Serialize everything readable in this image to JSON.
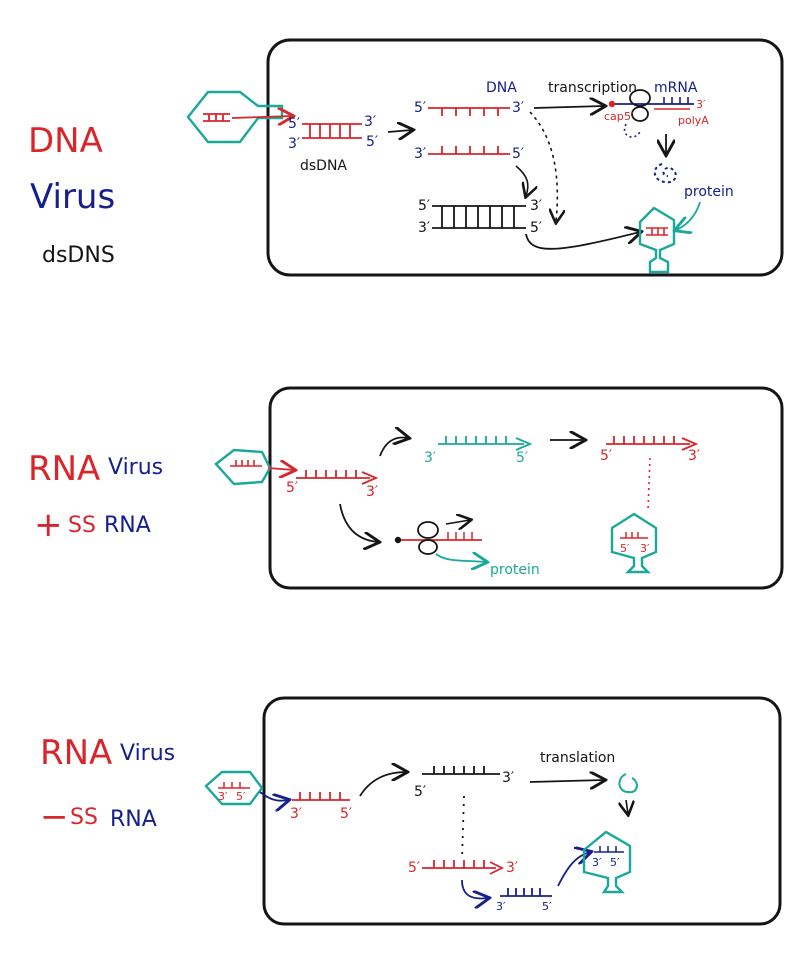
{
  "colors": {
    "red": "#d8262b",
    "blue": "#16208a",
    "teal": "#1aa89a",
    "black": "#151515"
  },
  "sections": [
    {
      "id": "dna",
      "title_line1": "DNA",
      "title_line2": "Virus",
      "title_line3": "dsDNS",
      "label_dsDNA": "dsDNA",
      "label_DNA": "DNA",
      "label_transcription": "transcription",
      "label_mRNA": "mRNA",
      "label_cap": "cap",
      "label_polyA": "polyA",
      "label_protein": "protein"
    },
    {
      "id": "rna_pos",
      "title_line1": "RNA",
      "title_line1b": "Virus",
      "title_line2a": "+",
      "title_line2b": "SS",
      "title_line2c": "RNA",
      "label_protein": "protein"
    },
    {
      "id": "rna_neg",
      "title_line1": "RNA",
      "title_line1b": "Virus",
      "title_line2a": "−",
      "title_line2b": "SS",
      "title_line2c": "RNA",
      "label_translation": "translation"
    }
  ],
  "strand_ends": {
    "five": "5′",
    "three": "3′"
  }
}
